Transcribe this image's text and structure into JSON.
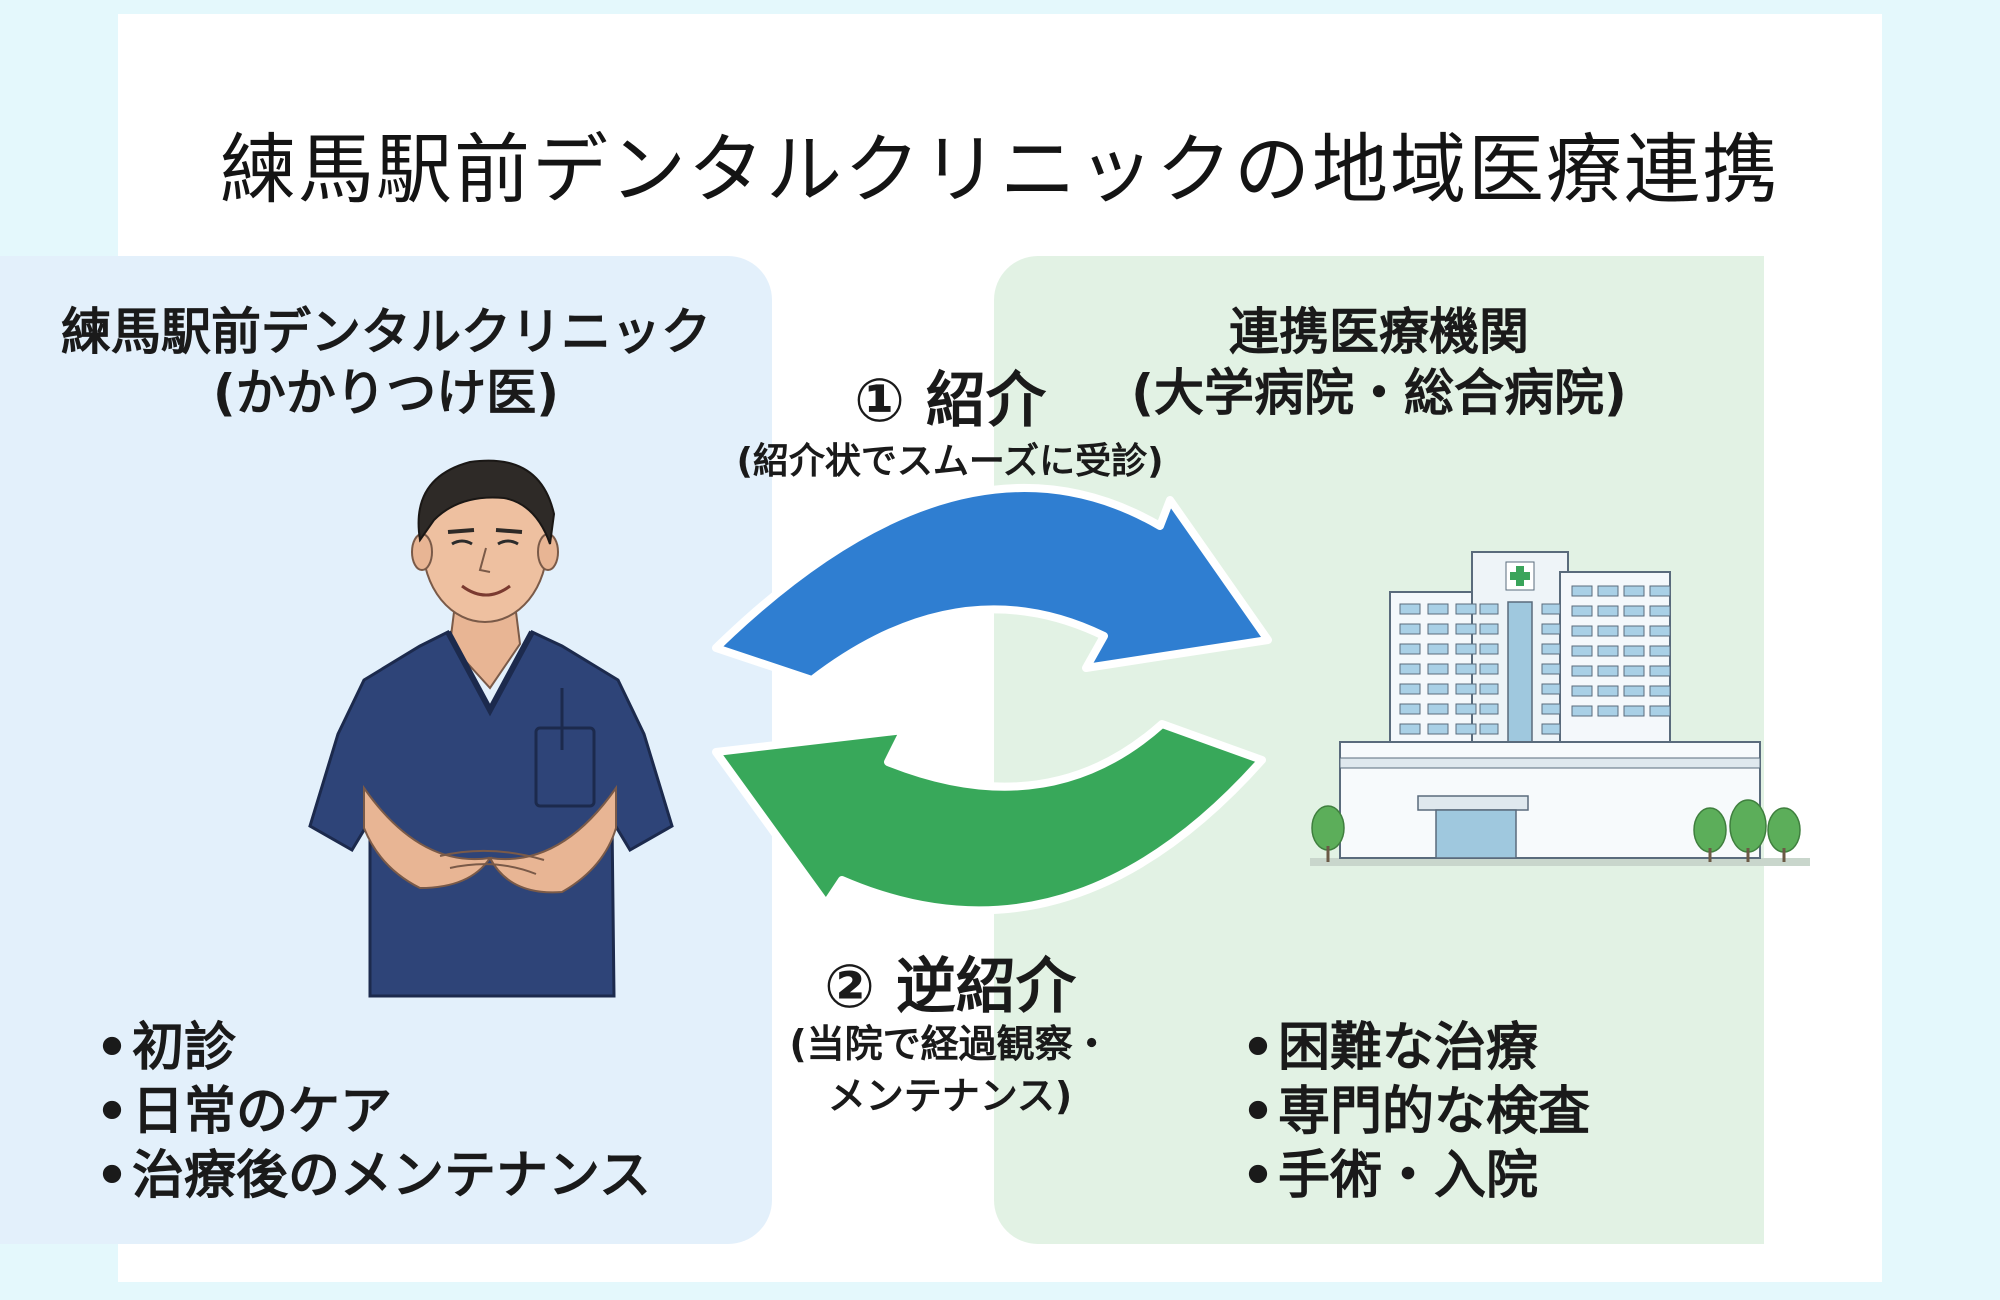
{
  "title": "練馬駅前デンタルクリニックの地域医療連携",
  "left_panel": {
    "heading_line1": "練馬駅前デンタルクリニック",
    "heading_line2": "(かかりつけ医)",
    "bullets": [
      "初診",
      "日常のケア",
      "治療後のメンテナンス"
    ]
  },
  "right_panel": {
    "heading_line1": "連携医療機関",
    "heading_line2": "(大学病院・総合病院)",
    "bullets": [
      "困難な治療",
      "専門的な検査",
      "手術・入院"
    ]
  },
  "flows": {
    "referral_label": "① 紹介",
    "referral_note": "(紹介状でスムーズに受診)",
    "reverse_label": "② 逆紹介",
    "reverse_note_line1": "(当院で経過観察・",
    "reverse_note_line2": "メンテナンス)"
  },
  "bullet_mark": "•",
  "colors": {
    "page_bg": "#e4f8fc",
    "left_panel": "#e3f0fb",
    "right_panel": "#e2f2e4",
    "arrow_referral": "#2f7ed1",
    "arrow_reverse": "#38a85a",
    "scrubs": "#2e4478",
    "hospital_cross": "#3aa45a"
  },
  "icons": {
    "dentist": "dentist-illustration",
    "hospital": "hospital-building-illustration",
    "arrow_referral": "curved-arrow-right",
    "arrow_reverse": "curved-arrow-left"
  }
}
